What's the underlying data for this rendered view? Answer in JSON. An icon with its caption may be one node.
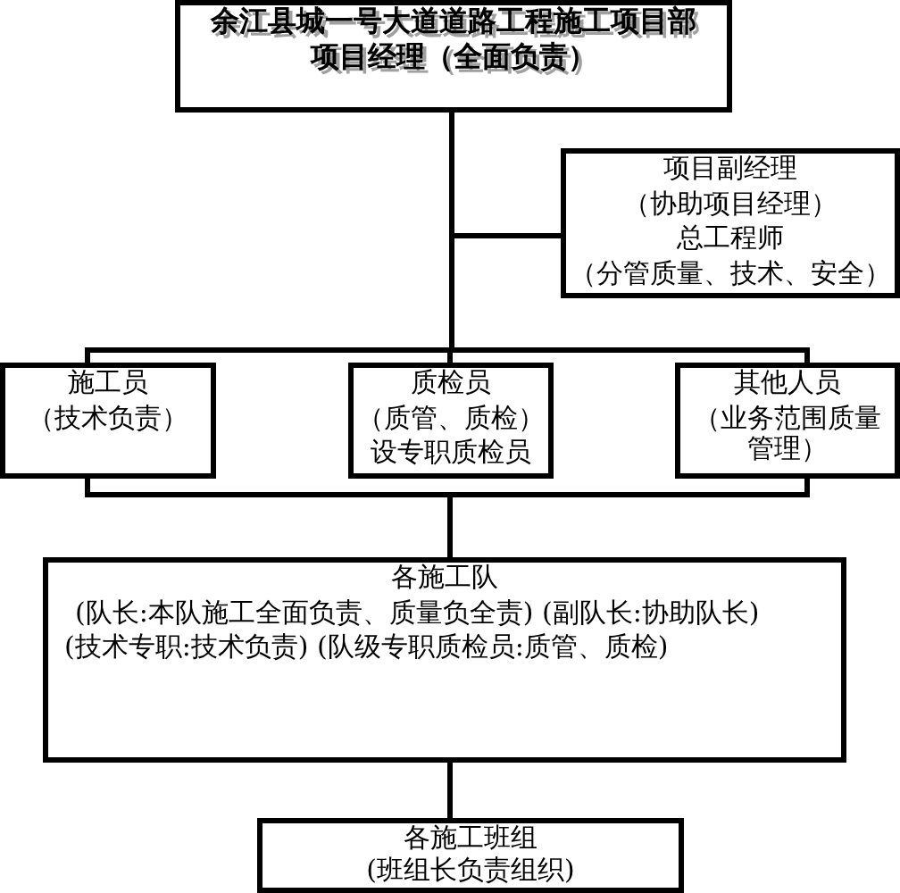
{
  "diagram": {
    "nodes": [
      {
        "text": [
          "余江县城一号大道道路工程施工项目部",
          "项目经理（全面负责）"
        ]
      },
      {
        "text": [
          "项目副经理",
          "（协助项目经理）",
          "总工程师",
          "（分管质量、技术、安全）"
        ]
      },
      {
        "text": [
          "施工员",
          "（技术负责）"
        ]
      },
      {
        "text": [
          "质检员",
          "（质管、质检）",
          "设专职质检员"
        ]
      },
      {
        "text": [
          "其他人员",
          "（业务范围质量管理）"
        ]
      },
      {
        "text": [
          "各施工队",
          "(队长:本队施工全面负责、质量负全责) (副队长:协助队长)",
          "(技术专职:技术负责) (队级专职质检员:质管、质检)"
        ]
      },
      {
        "text": [
          "各施工班组",
          "(班组长负责组织)"
        ]
      }
    ],
    "edges": [
      {
        "from": 0,
        "to": 1,
        "arrow": "none"
      },
      {
        "from": 0,
        "to": 2,
        "arrow": "none"
      },
      {
        "from": 0,
        "to": 3,
        "arrow": "none"
      },
      {
        "from": 0,
        "to": 4,
        "arrow": "none"
      },
      {
        "from": 2,
        "to": 5,
        "arrow": "none"
      },
      {
        "from": 4,
        "to": 5,
        "arrow": "none"
      },
      {
        "from": 5,
        "to": 6,
        "arrow": "none"
      }
    ]
  }
}
